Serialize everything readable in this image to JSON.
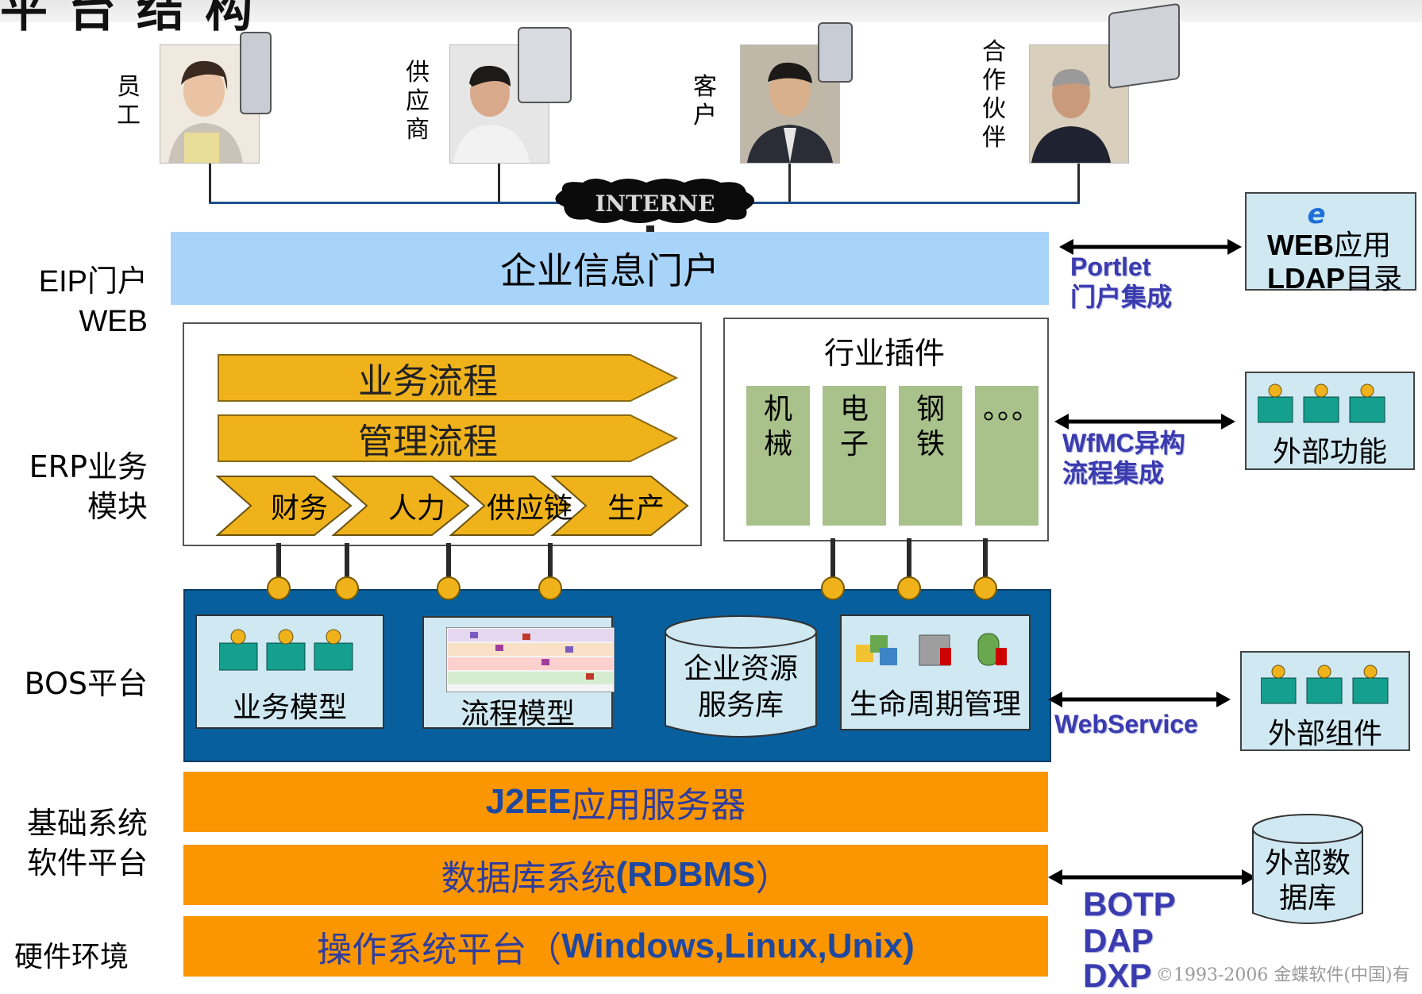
{
  "top_title": "平台结构",
  "people": [
    {
      "label": "员工"
    },
    {
      "label": "供应商"
    },
    {
      "label": "客户"
    },
    {
      "label": "合作伙伴"
    }
  ],
  "internet_label": "INTERNE",
  "layers": {
    "eip": "EIP门户\nWEB",
    "erp": "ERP业务\n模块",
    "bos": "BOS平台",
    "base": "基础系统\n软件平台",
    "hardware": "硬件环境"
  },
  "portal": {
    "label": "企业信息门户"
  },
  "erp": {
    "flows": [
      "业务流程",
      "管理流程"
    ],
    "modules": [
      "财务",
      "人力",
      "供应链",
      "生产"
    ]
  },
  "industry": {
    "title": "行业插件",
    "columns": [
      "机械",
      "电子",
      "钢铁",
      "。。。"
    ]
  },
  "bos": {
    "business_model": "业务模型",
    "process_model": "流程模型",
    "resource_db": "企业资源\n服务库",
    "lifecycle": "生命周期管理"
  },
  "base": {
    "j2ee_bold": "J2EE",
    "j2ee_rest": "应用服务器",
    "db_prefix": "数据库系统",
    "db_bold": "(RDBMS",
    "db_suffix": "）",
    "os_prefix": "操作系统平台（",
    "os_bold": "Windows,Linux,Unix)"
  },
  "integration": {
    "portlet_line1": "Portlet",
    "portlet_line2": "门户集成",
    "wfmc_line1": "WfMC异构",
    "wfmc_line2": "流程集成",
    "webservice": "WebService",
    "botp": "BOTP",
    "dap": "DAP",
    "dxp": "DXP"
  },
  "right_boxes": {
    "web_app_bold": "WEB",
    "web_app_rest": "应用",
    "ldap_bold": "LDAP",
    "ldap_rest": "目录",
    "external_function": "外部功能",
    "external_component": "外部组件",
    "external_db": "外部数\n据库"
  },
  "footer": "©1993-2006 金蝶软件(中国)有",
  "colors": {
    "portal": "#a9d4f9",
    "orange": "#fb9600",
    "gold": "#efb21b",
    "bos_blue": "#085f9e",
    "panel": "#cfe8f1",
    "green": "#a9c18a",
    "label_blue": "#3b3bb0"
  }
}
